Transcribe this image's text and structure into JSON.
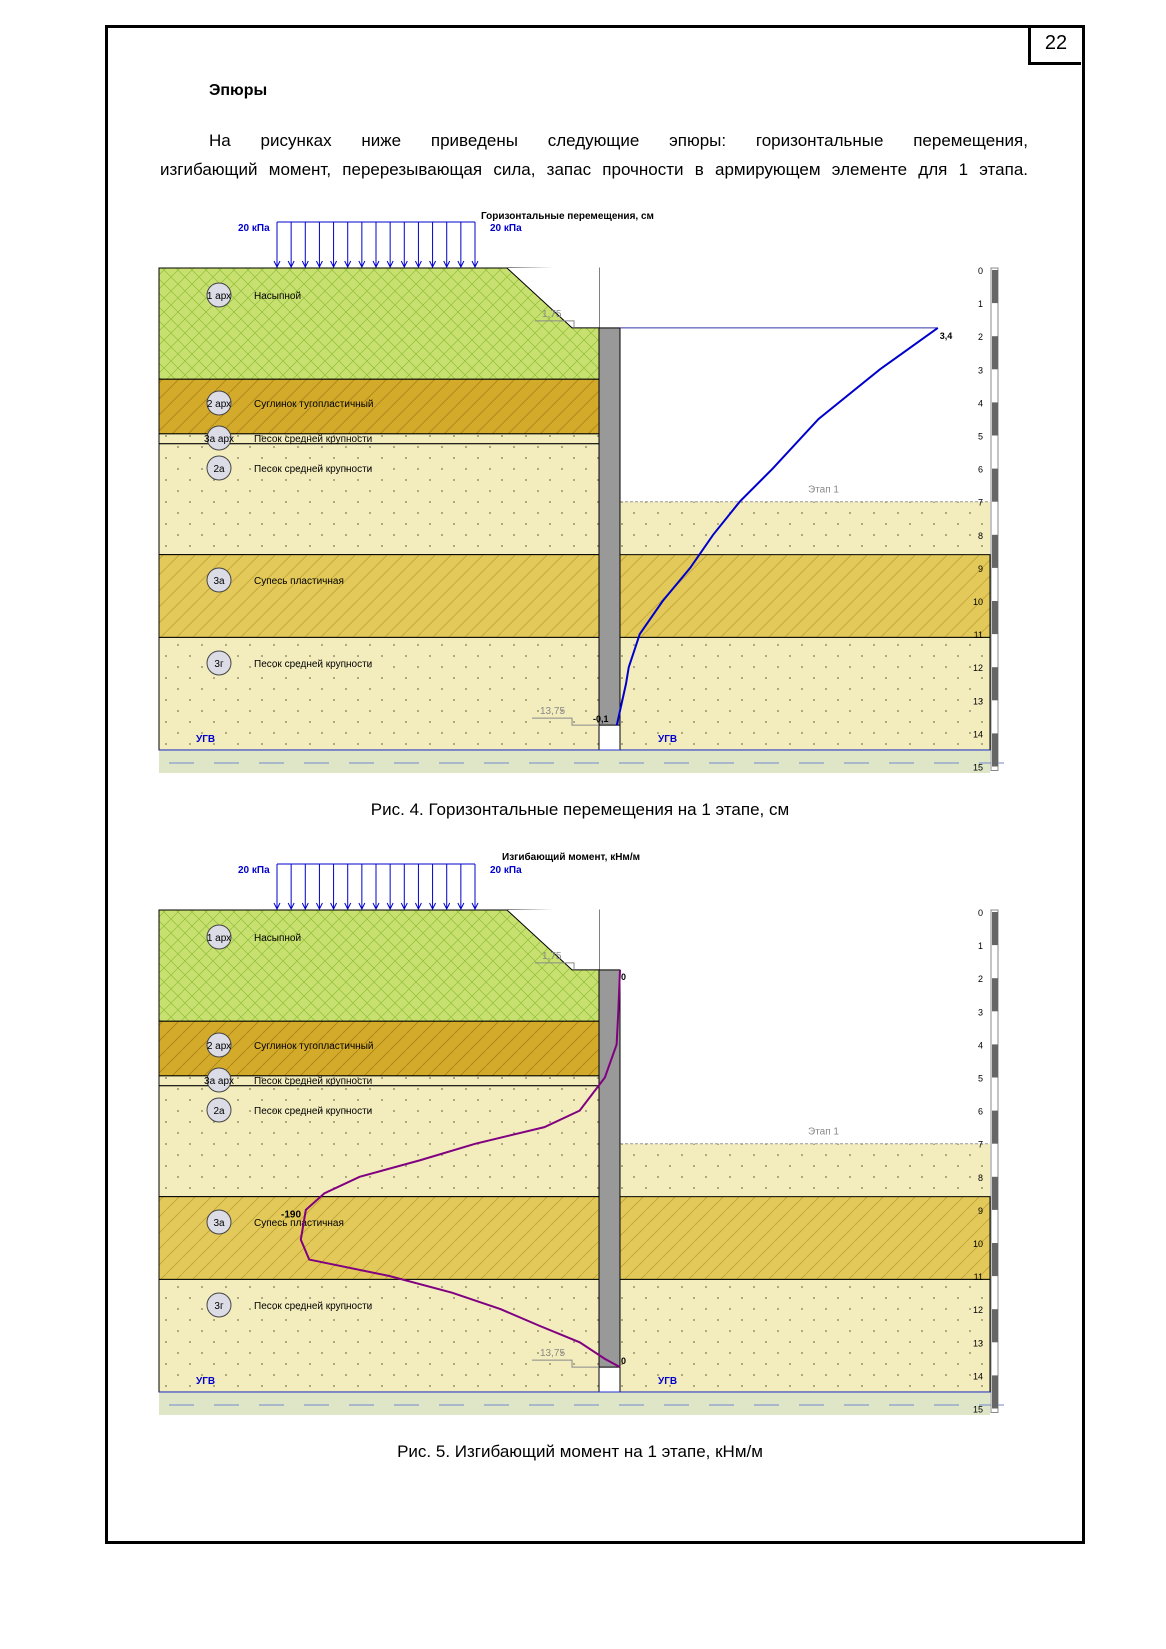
{
  "page_number": "22",
  "heading": "Эпюры",
  "paragraph_line1": "На рисунках ниже приведены следующие эпюры: горизонтальные перемещения,",
  "paragraph_line2": "изгибающий момент, перерезывающая сила, запас прочности в армирующем элементе для  1 этапа.",
  "colors": {
    "curve1": "#0000cc",
    "curve2": "#800080",
    "load": "#0000cc",
    "fill": "#c8e070",
    "loam": "#d4aa2a",
    "sand": "#f3edbe",
    "sandy_loam": "#e2c95a"
  },
  "common": {
    "load_left": "20 кПа",
    "load_right": "20 кПа",
    "slope_level": "1,75",
    "wall_bottom_level": "13,75",
    "stage_label": "Этап  1",
    "gwl_label": "УГВ",
    "ruler_ticks": [
      "0",
      "1",
      "2",
      "3",
      "4",
      "5",
      "6",
      "7",
      "8",
      "9",
      "10",
      "11",
      "12",
      "13",
      "14",
      "15"
    ],
    "layers": [
      {
        "id": "1 арх",
        "name": "Насыпной",
        "top": 0,
        "bottom": 3.3,
        "kind": "fill"
      },
      {
        "id": "2 арх",
        "name": "Суглинок тугопластичный",
        "top": 3.3,
        "bottom": 4.95,
        "kind": "loam"
      },
      {
        "id": "3а арх",
        "name": "Песок средней крупности",
        "top": 4.95,
        "bottom": 5.25,
        "kind": "sand"
      },
      {
        "id": "2а",
        "name": "Песок средней крупности",
        "top": 5.25,
        "bottom": 8.6,
        "kind": "sand"
      },
      {
        "id": "3а",
        "name": "Супесь пластичная",
        "top": 8.6,
        "bottom": 11.1,
        "kind": "sandy_loam"
      },
      {
        "id": "3г",
        "name": "Песок средней крупности",
        "top": 11.1,
        "bottom": 14.5,
        "kind": "sand"
      }
    ]
  },
  "figures": [
    {
      "title": "Горизонтальные перемещения, см",
      "caption": "Рис. 4. Горизонтальные перемещения на 1 этапе, см",
      "label_top": "3,4",
      "label_bottom": "-0,1",
      "scale_per_unit": 91.7,
      "curve": [
        [
          1.75,
          3.4
        ],
        [
          3,
          2.77
        ],
        [
          4.5,
          2.1
        ],
        [
          6,
          1.6
        ],
        [
          7,
          1.24
        ],
        [
          8,
          0.95
        ],
        [
          9,
          0.7
        ],
        [
          10,
          0.4
        ],
        [
          11,
          0.15
        ],
        [
          12,
          0.03
        ],
        [
          12.5,
          0
        ],
        [
          13.75,
          -0.1
        ]
      ]
    },
    {
      "title": "Изгибающий момент, кНм/м",
      "caption": "Рис. 5. Изгибающий момент на 1 этапе, кНм/м",
      "label_top": "0",
      "label_bottom": "0",
      "label_extreme": "-190",
      "scale_per_unit": 1.68,
      "curve": [
        [
          1.75,
          0
        ],
        [
          3,
          -1
        ],
        [
          4,
          -2
        ],
        [
          5,
          -9
        ],
        [
          6,
          -24
        ],
        [
          6.5,
          -45
        ],
        [
          7,
          -86
        ],
        [
          7.5,
          -119
        ],
        [
          8,
          -155
        ],
        [
          8.5,
          -176
        ],
        [
          9,
          -187
        ],
        [
          9.9,
          -190
        ],
        [
          10.5,
          -185
        ],
        [
          11,
          -137
        ],
        [
          11.5,
          -100
        ],
        [
          12,
          -71
        ],
        [
          12.5,
          -48
        ],
        [
          13,
          -24
        ],
        [
          13.5,
          -9
        ],
        [
          13.75,
          0
        ]
      ]
    }
  ]
}
